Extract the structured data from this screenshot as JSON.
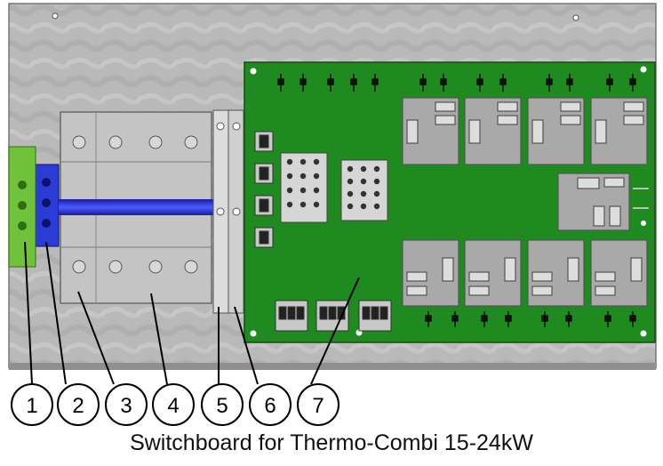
{
  "caption": "Switchboard for Thermo-Combi 15-24kW",
  "callouts": [
    {
      "label": "1"
    },
    {
      "label": "2"
    },
    {
      "label": "3"
    },
    {
      "label": "4"
    },
    {
      "label": "5"
    },
    {
      "label": "6"
    },
    {
      "label": "7"
    }
  ],
  "colors": {
    "backplate": "#bdbdbd",
    "pcb": "#1f8a1f",
    "terminal_green": "#6fc23a",
    "terminal_blue": "#2a3bd6",
    "breaker_grey": "#c4c4c4",
    "relay_grey": "#a9a9a9"
  }
}
